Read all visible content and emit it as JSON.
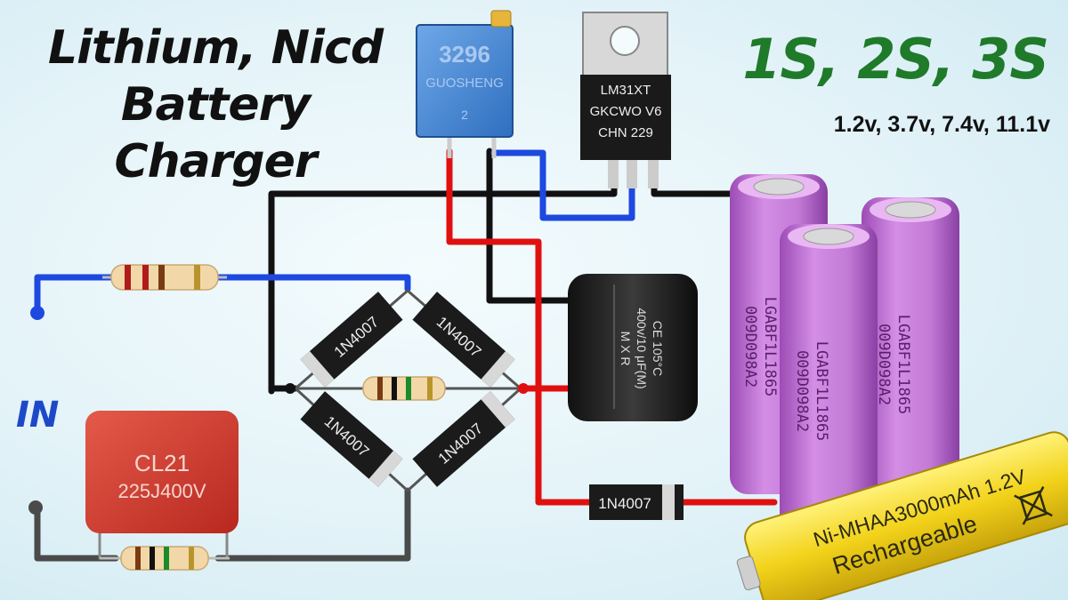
{
  "title": {
    "line1": "Lithium, Nicd",
    "line2": "Battery Charger"
  },
  "cell_configs": "1S, 2S, 3S",
  "voltages": "1.2v, 3.7v, 7.4v, 11.1v",
  "input_label": "IN",
  "components": {
    "trimpot": {
      "line1": "3296",
      "line2": "GUOSHENG",
      "line3": "2"
    },
    "regulator": {
      "line1": "LM31XT",
      "line2": "GKCWO V6",
      "line3": "CHN   229"
    },
    "capacitor_film": {
      "line1": "CL21",
      "line2": "225J400V"
    },
    "capacitor_electrolytic": {
      "line1": "CE 105°C",
      "line2": "400v/10 μF(M)",
      "line3": "M X R"
    },
    "diode_label": "1N4007",
    "li_cell": {
      "line1": "LGABF1L1865",
      "line2": "009D098A2"
    },
    "nimh_cell": {
      "line1": "Ni-MHAA3000mAh 1.2V",
      "line2": "Rechargeable"
    }
  },
  "colors": {
    "wire_black": "#111111",
    "wire_red": "#e01010",
    "wire_blue": "#1d49e0",
    "wire_gray": "#4a4a4a",
    "title_green": "#1f7a2a",
    "li_cell": "#c27ad6",
    "nimh_cell": "#f2d21a"
  }
}
